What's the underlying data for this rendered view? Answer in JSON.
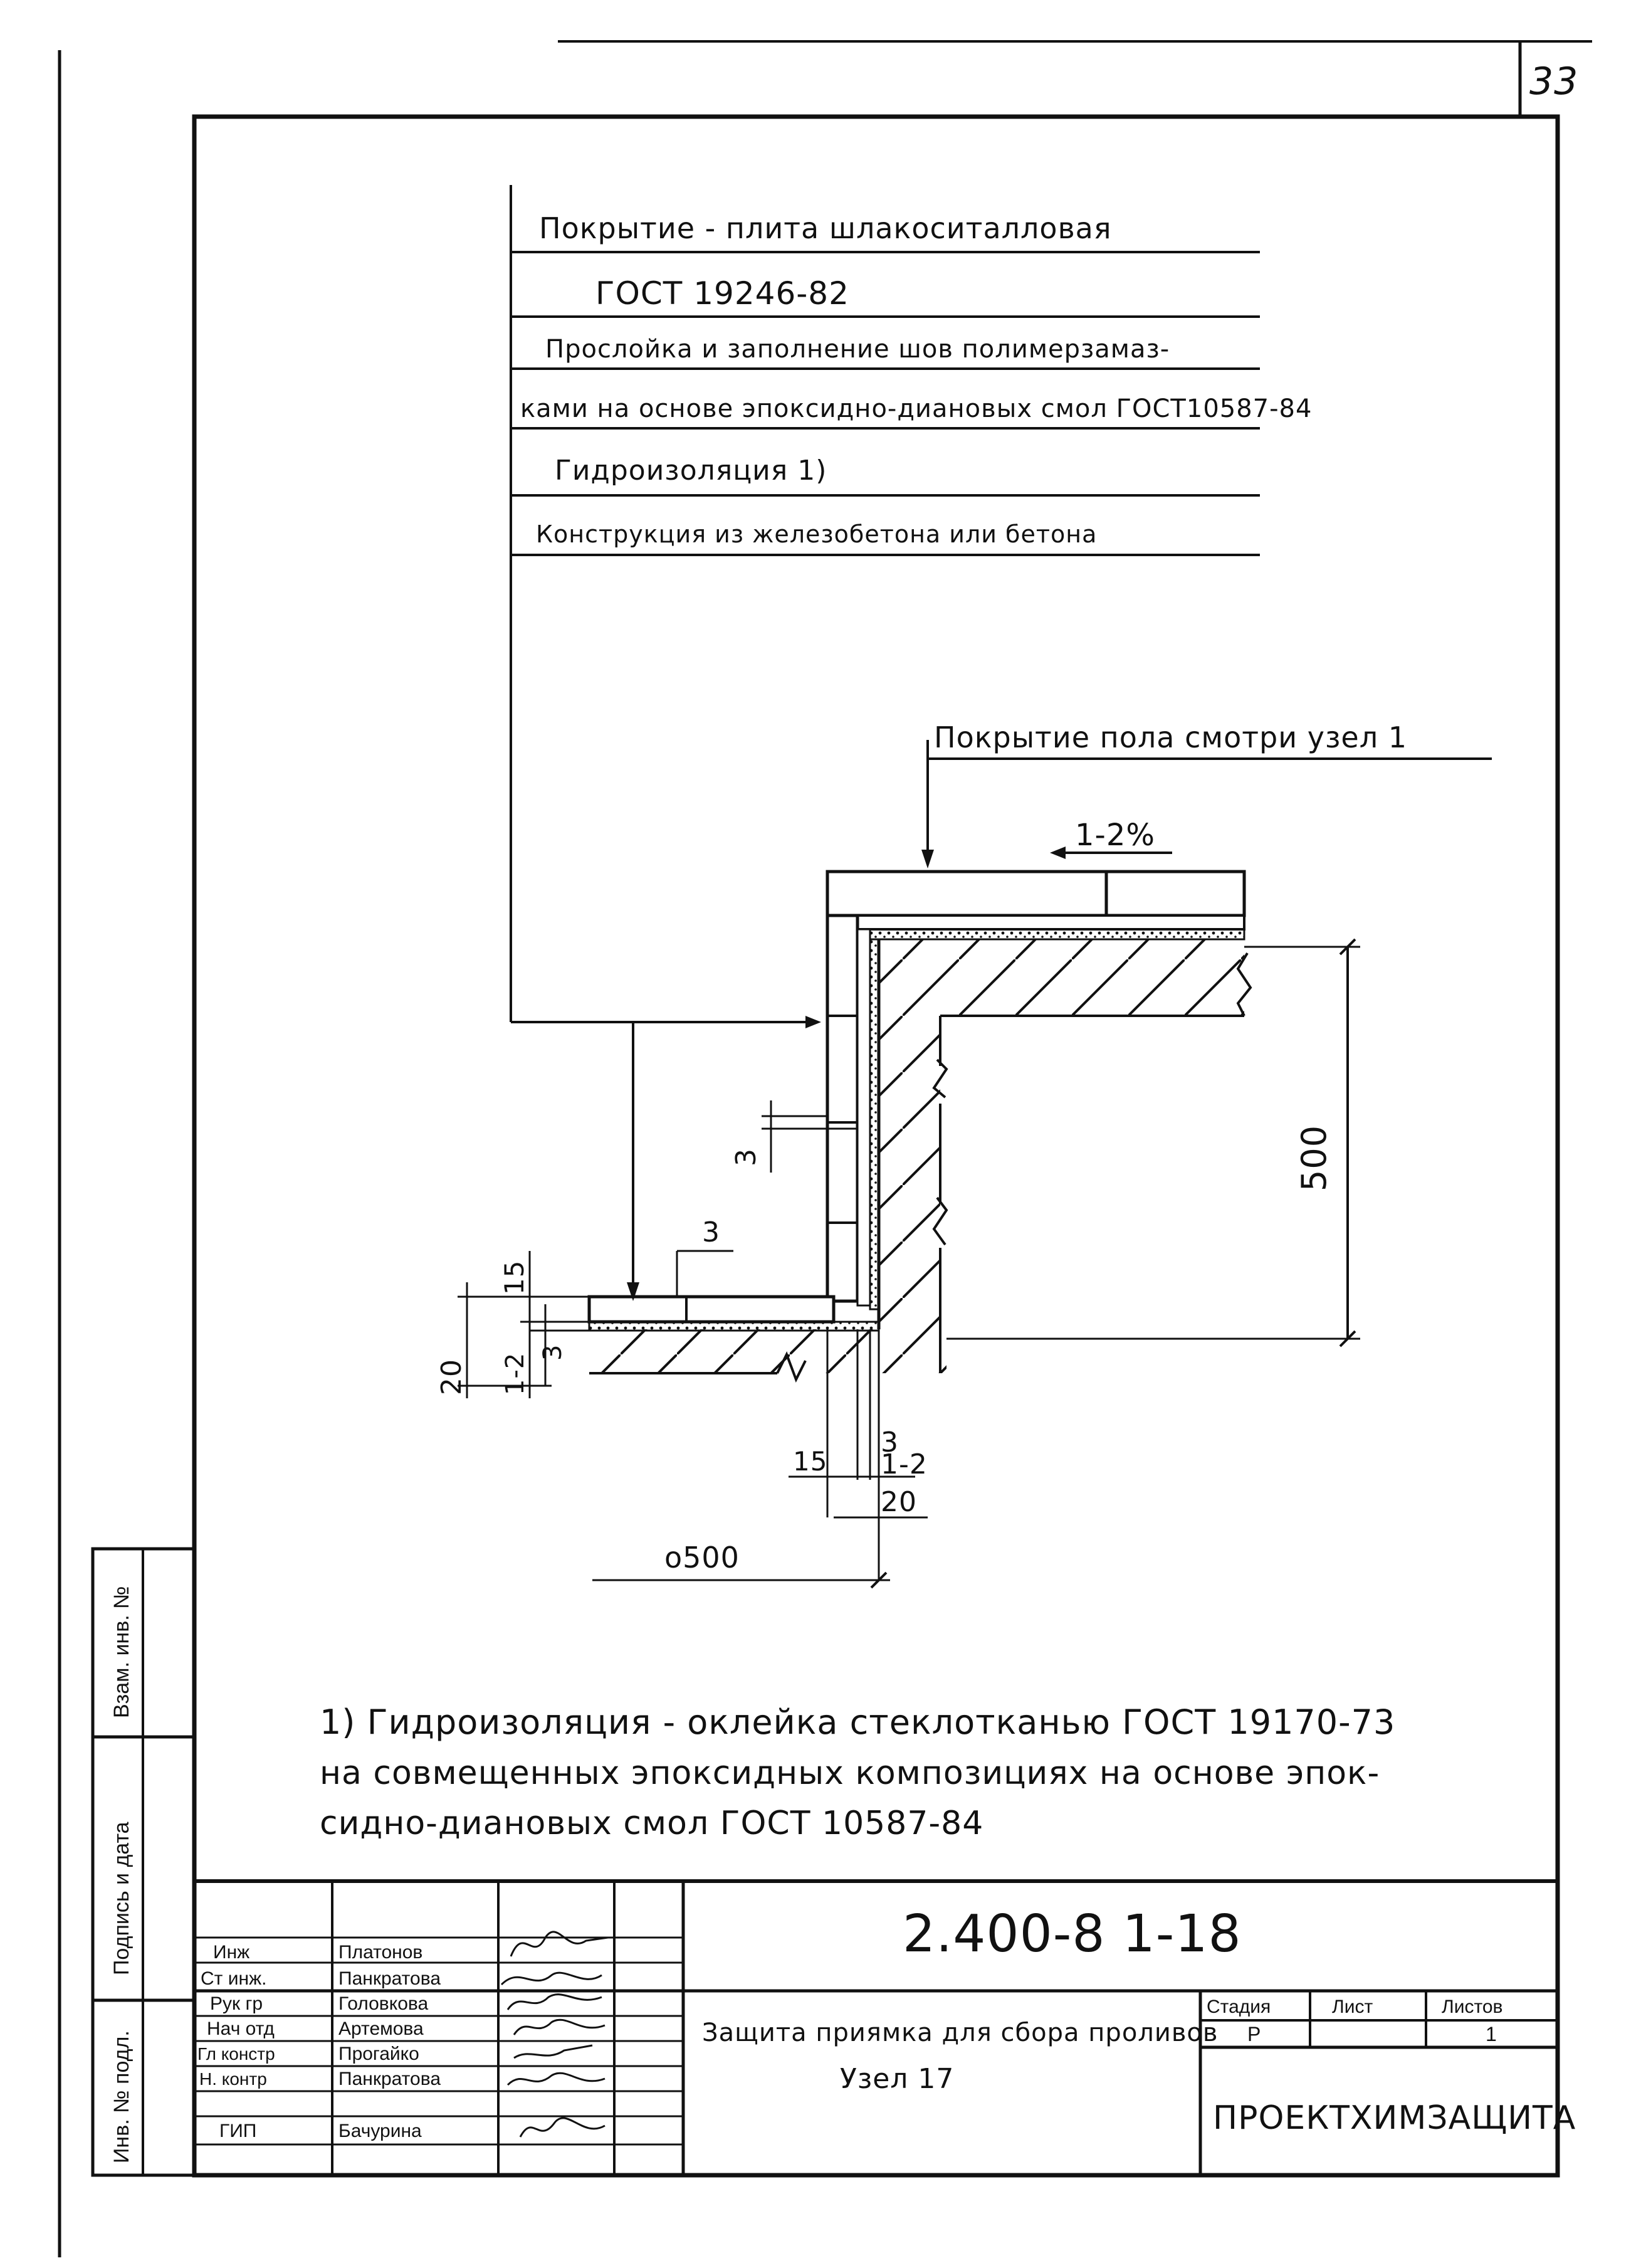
{
  "page_number": "33",
  "layers": [
    "Покрытие - плита шлакоситалловая",
    "ГОСТ 19246-82",
    "Прослойка и заполнение шов полимерзамаз-",
    "ками на основе эпоксидно-диановых смол ГОСТ10587-84",
    "Гидроизоляция 1)",
    "Конструкция из железобетона или бетона"
  ],
  "floor_callout": "Покрытие пола смотри узел 1",
  "dimensions": {
    "slope": "1-2%",
    "height_500": "500",
    "d3_vertical": "3",
    "d3_top": "3",
    "d15_left": "15",
    "d20_left": "20",
    "d3_left": "3",
    "d12_left": "1-2",
    "d3_bottom": "3",
    "d15_bottom": "15",
    "d12_bottom": "1-2",
    "d20_bottom": "20",
    "d500_bottom": "o500"
  },
  "footnote": {
    "line1": "1) Гидроизоляция - оклейка стеклотканью ГОСТ 19170-73",
    "line2": "на совмещенных эпоксидных композициях на основе эпок-",
    "line3": "сидно-диановых смол ГОСТ 10587-84"
  },
  "side_stamps": {
    "vzam": "Взам. инв. №",
    "podpis": "Подпись и дата",
    "inv": "Инв. № подл."
  },
  "title_block": {
    "doc_code": "2.400-8 1-18",
    "title": "Защита приямка для сбора проливов",
    "node": "Узел 17",
    "stage_header": "Стадия",
    "sheet_header": "Лист",
    "sheets_header": "Листов",
    "stage": "Р",
    "sheet": "",
    "sheets": "1",
    "org": "ПРОЕКТХИМЗАЩИТА",
    "roles": [
      {
        "role": "Инж",
        "name": "Платонов"
      },
      {
        "role": "Ст инж.",
        "name": "Панкратова"
      },
      {
        "role": "Рук гр",
        "name": "Головкова"
      },
      {
        "role": "Нач отд",
        "name": "Артемова"
      },
      {
        "role": "Гл констр",
        "name": "Прогайко"
      },
      {
        "role": "Н. контр",
        "name": "Панкратова"
      },
      {
        "role": "ГИП",
        "name": "Бачурина"
      }
    ]
  }
}
